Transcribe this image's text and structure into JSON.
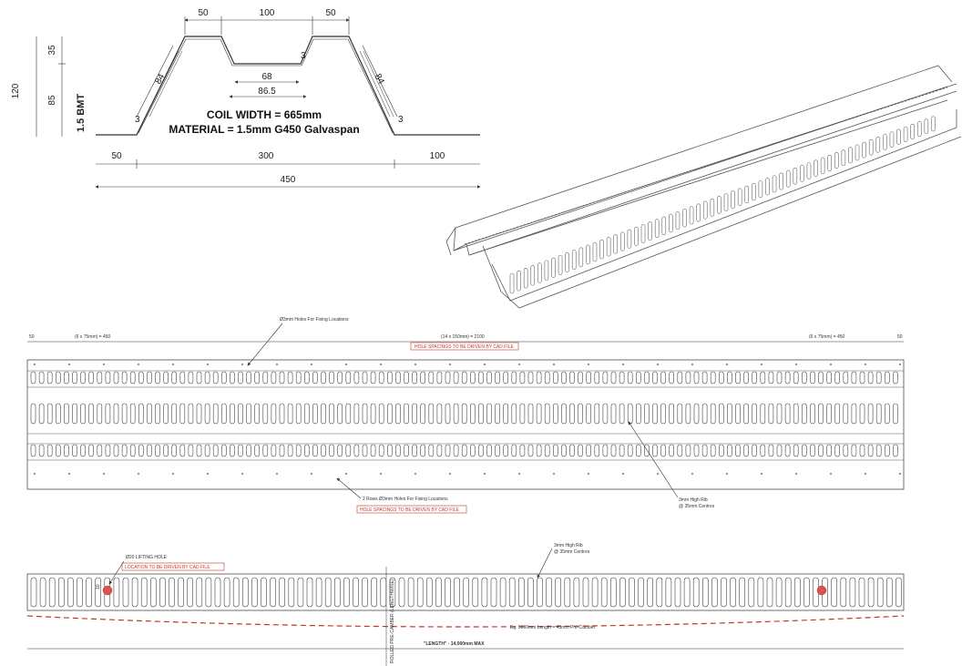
{
  "profile": {
    "dims_top": [
      "50",
      "100",
      "50"
    ],
    "dim_total_height": "120",
    "dim_upper": "35",
    "dim_lower": "85",
    "dim_thickness": "1.5 BMT",
    "dim_web_left": "84",
    "dim_web_right": "84",
    "dim_trough_inner": "68",
    "dim_trough_outer": "86.5",
    "radius": "3",
    "coil_width": "COIL WIDTH = 665mm",
    "material": "MATERIAL = 1.5mm G450 Galvaspan",
    "dims_bottom": [
      "50",
      "300",
      "100"
    ],
    "dim_overall": "450"
  },
  "plan": {
    "edge_left": "50",
    "edge_right": "50",
    "spacing_left": "(6 x 75mm) = 450",
    "spacing_center": "(14 x 150mm) = 2100",
    "spacing_right": "(6 x 75mm) = 450",
    "red_spacing_top": "HOLE SPACINGS TO BE DRIVEN BY CAD FILE",
    "note_fixing_top": "Ø3mm Holes For Fixing Locations",
    "note_fixing_bottom": "2 Rows Ø3mm Holes For Fixing Locations",
    "red_spacing_bottom": "HOLE SPACINGS TO BE DRIVEN BY CAD FILE",
    "note_rib": "3mm High Rib",
    "note_rib_centres": "@ 35mm Centres"
  },
  "elevation": {
    "lifting_hole": "Ø20 LIFTING HOLE",
    "red_location": "LOCATION TO BE DRIVEN BY CAD FILE",
    "radius_label": "10",
    "note_rib": "3mm High Rib",
    "note_rib_centres": "@ 35mm Centres",
    "rolled_label": "ROLLED PRE-CAMBER (LENGTHWISE)",
    "camber_example": "Eg. 9000mm Length = 45mm Pre-Camber",
    "length": "\"LENGTH\" - 14,000mm MAX"
  },
  "colors": {
    "line": "#333333",
    "red": "#c0392b",
    "hole_fill": "#d9534f"
  }
}
